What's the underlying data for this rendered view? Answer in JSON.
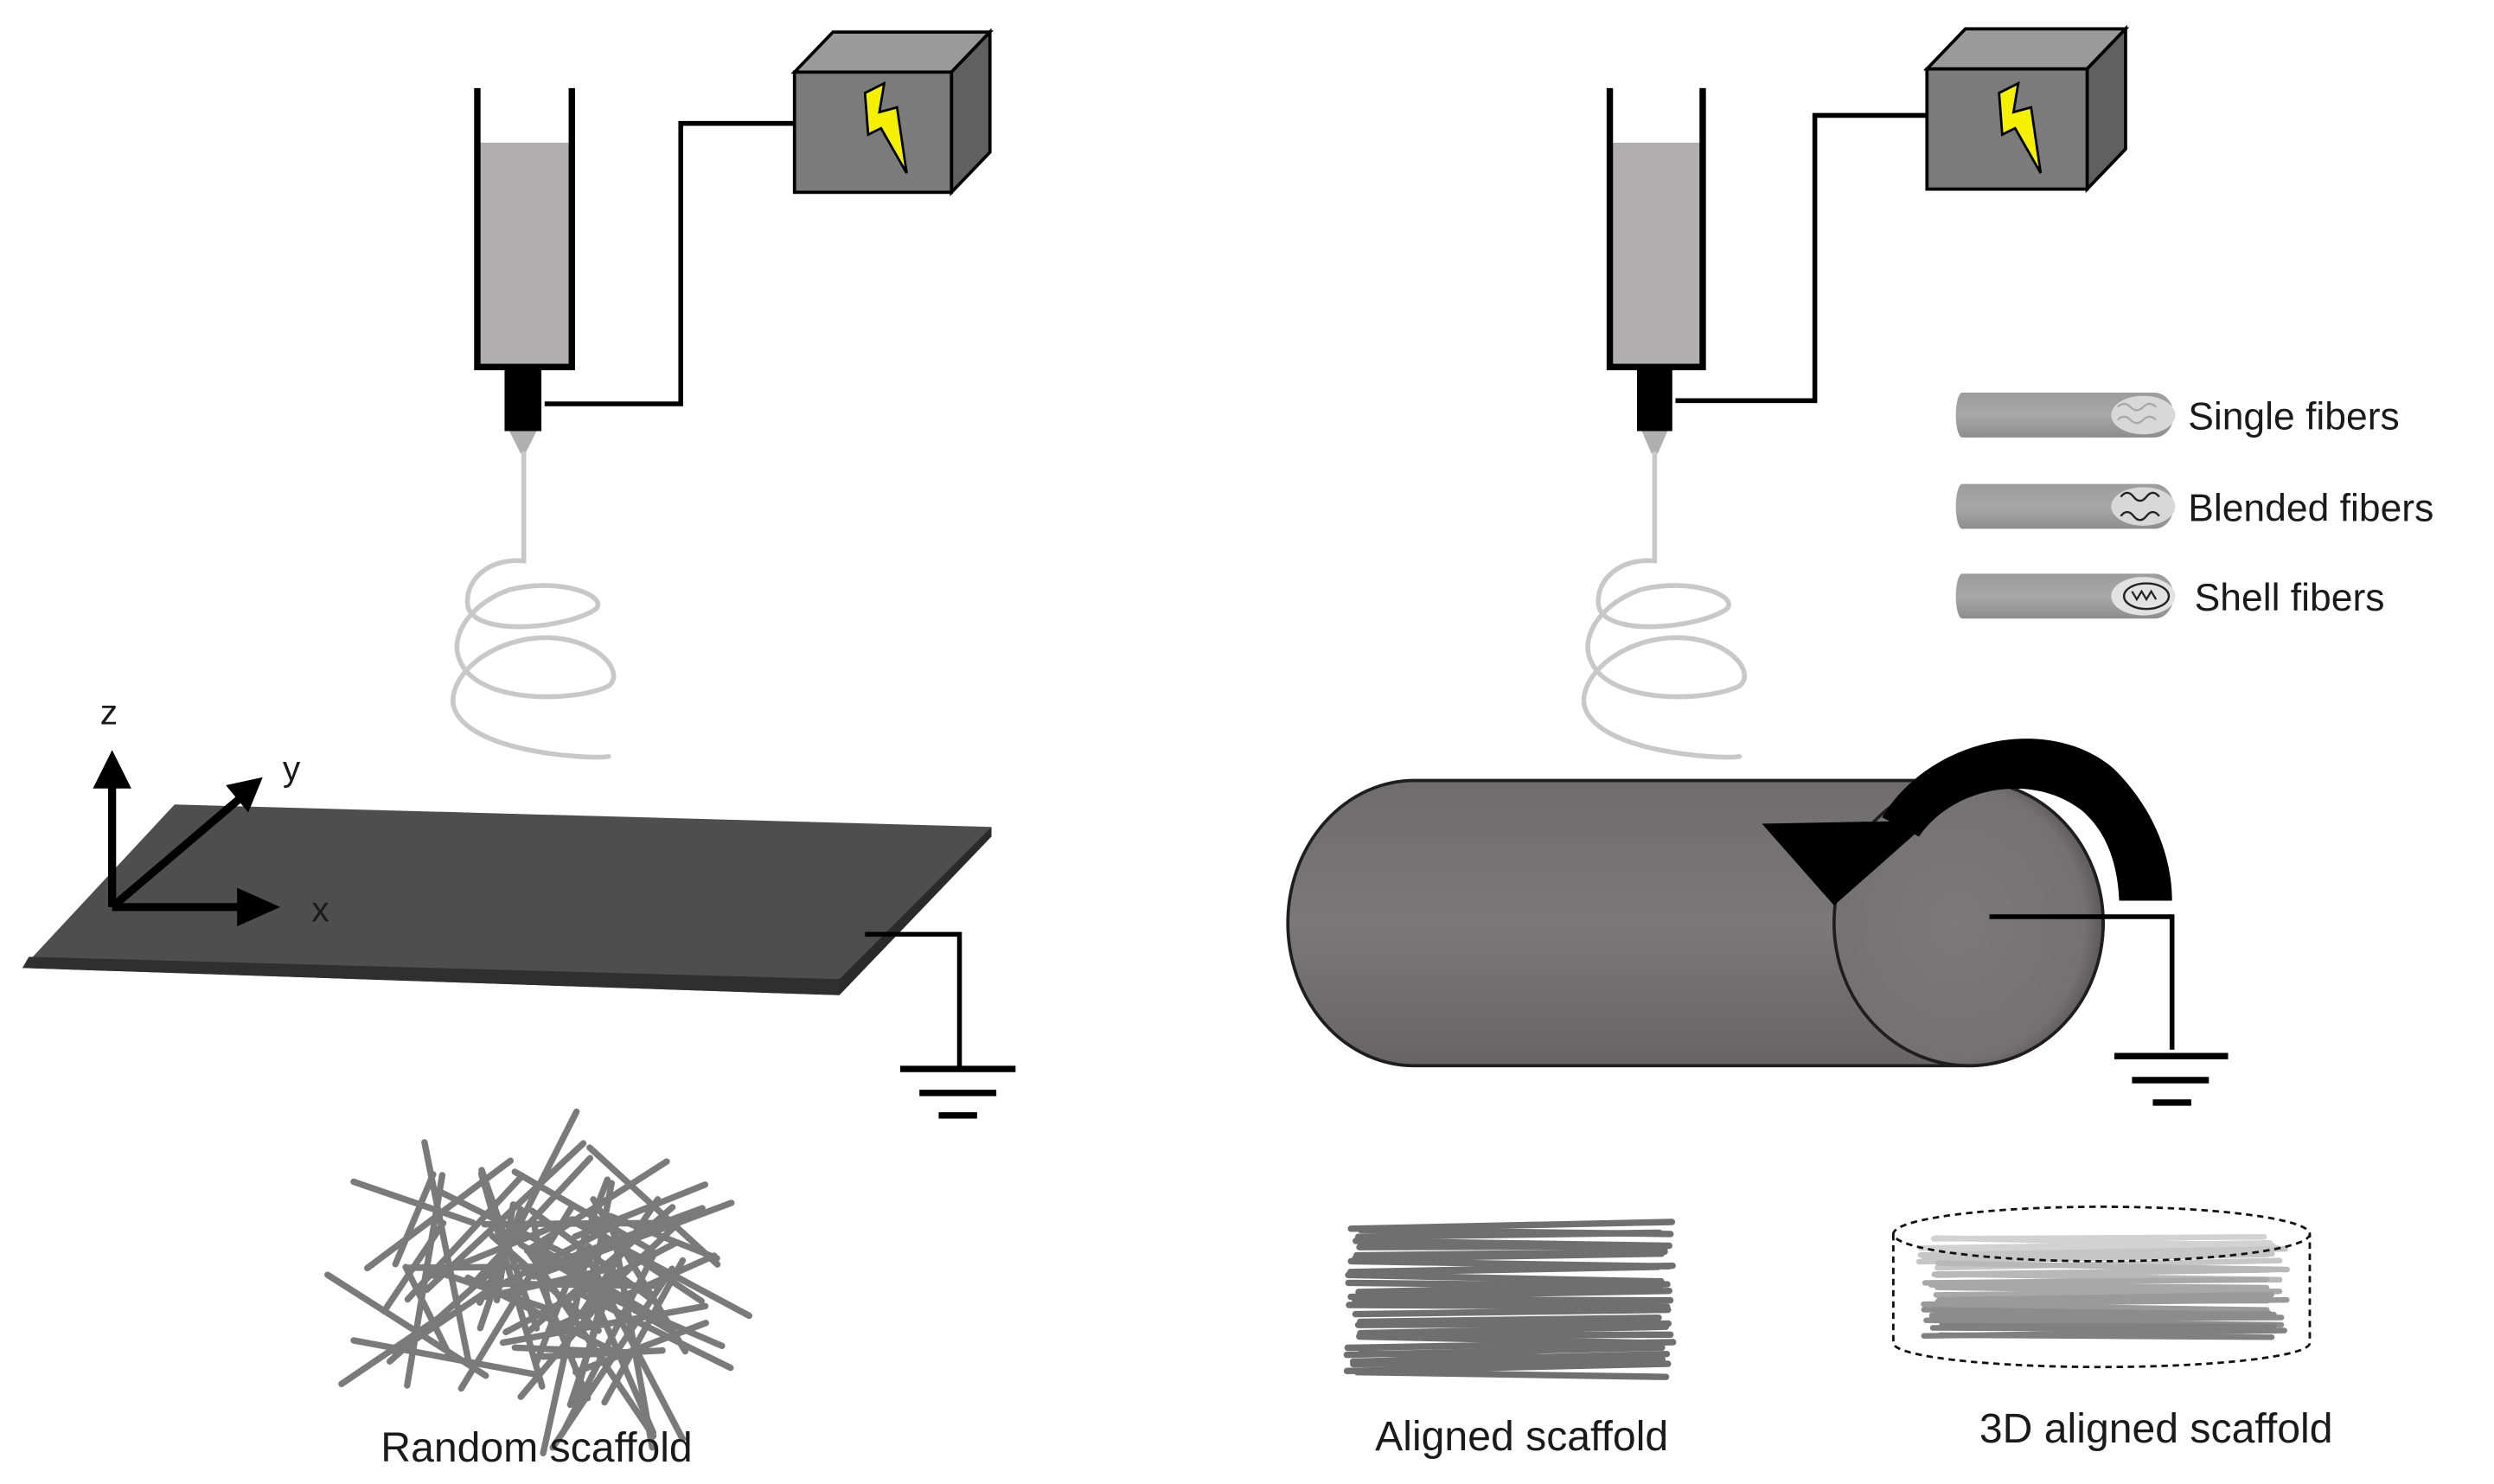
{
  "axes": {
    "z": "z",
    "y": "y",
    "x": "x"
  },
  "legend": [
    {
      "label": "Single fibers"
    },
    {
      "label": "Blended fibers"
    },
    {
      "label": "Shell fibers"
    }
  ],
  "captions": {
    "random": "Random scaffold",
    "aligned": "Aligned scaffold",
    "aligned_3d": "3D aligned scaffold"
  },
  "colors": {
    "syringe_fluid": "#b0aeae",
    "power_box": "#7b7b7b",
    "bolt": "#f5ef00",
    "collector_plate": "#4e4e4e",
    "drum": "#777575",
    "jet": "#c8c8c8",
    "fiber": "#7a7a7a"
  }
}
